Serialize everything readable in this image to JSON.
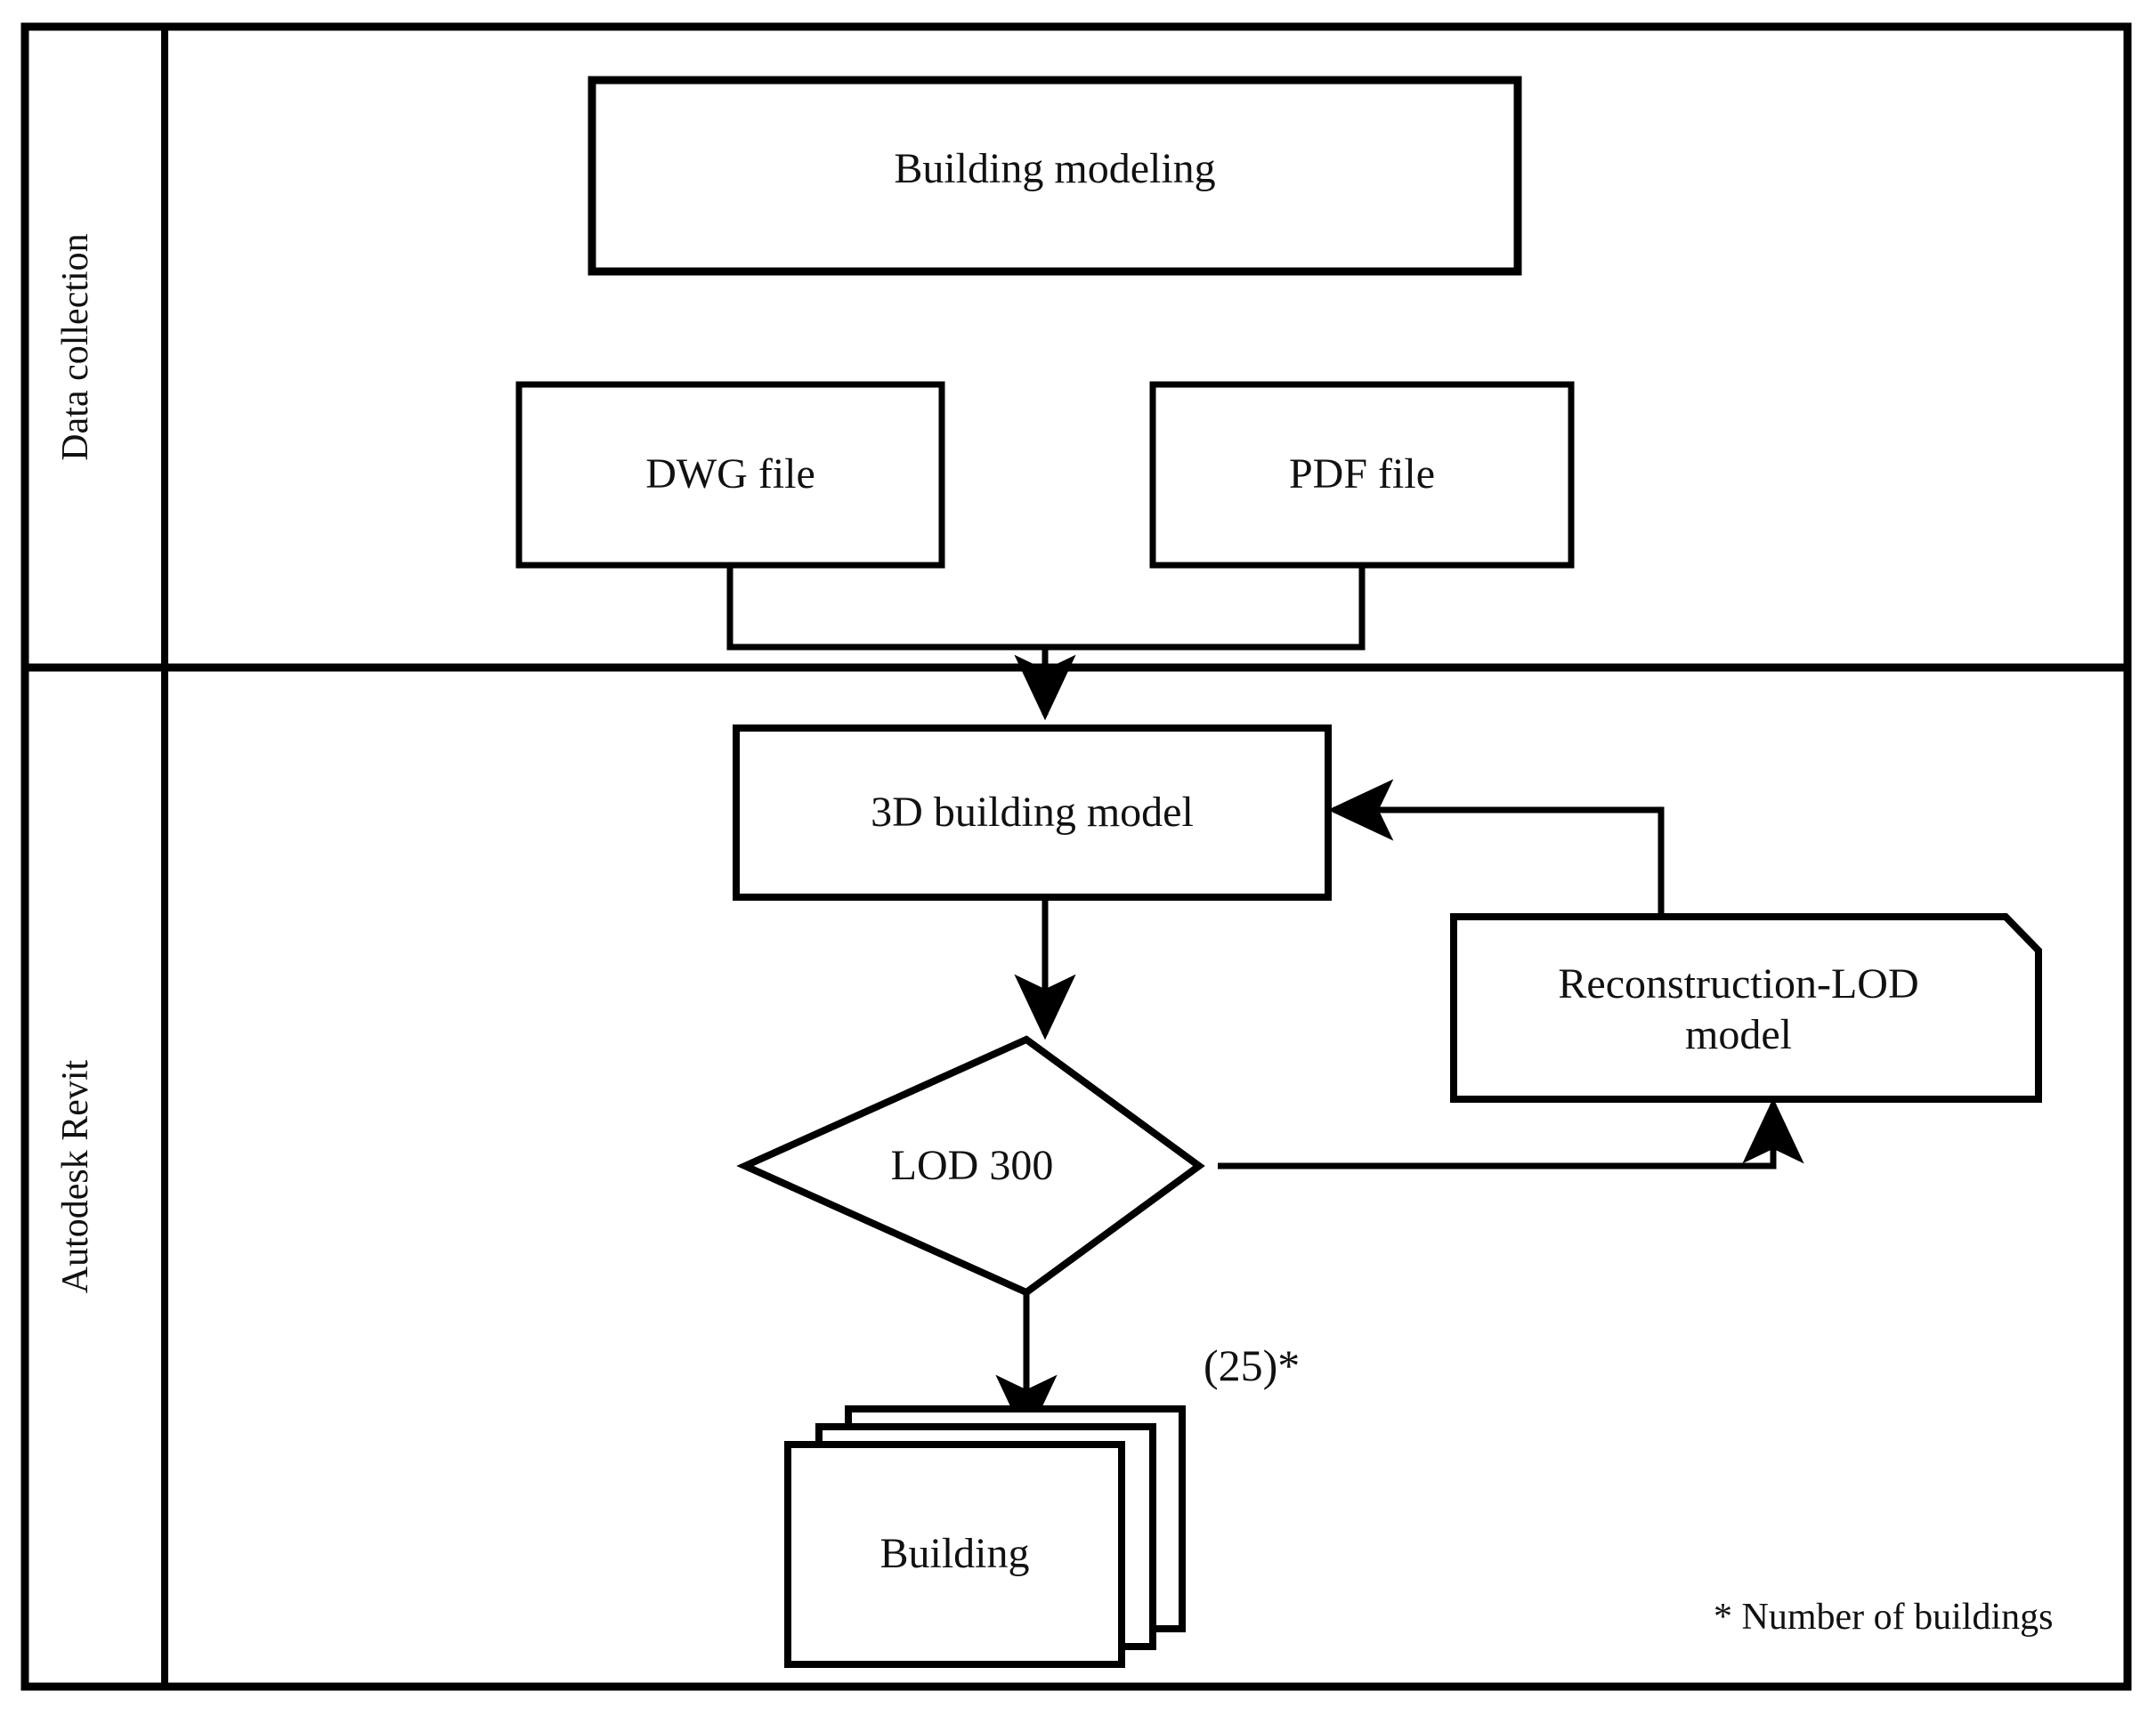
{
  "diagram": {
    "title_text": "",
    "swimlanes": [
      {
        "id": "data-collection",
        "label": "Data collection"
      },
      {
        "id": "autodesk-revit",
        "label": "Autodesk Revit"
      }
    ],
    "nodes": [
      {
        "id": "building-modeling",
        "label": "Building modeling",
        "shape": "process"
      },
      {
        "id": "dwg-file",
        "label": "DWG file",
        "shape": "process"
      },
      {
        "id": "pdf-file",
        "label": "PDF file",
        "shape": "process"
      },
      {
        "id": "3d-building-model",
        "label": "3D building model",
        "shape": "process"
      },
      {
        "id": "lod-300",
        "label": "LOD 300",
        "shape": "decision"
      },
      {
        "id": "reconstruction-lod-model",
        "label": "Reconstruction-LOD\nmodel",
        "shape": "cut-corner"
      },
      {
        "id": "building-stack",
        "label": "Building",
        "shape": "stacked-process"
      }
    ],
    "annotations": [
      {
        "id": "building-count",
        "text": "(25)*"
      },
      {
        "id": "footnote",
        "text": "* Number of buildings"
      }
    ],
    "edges": [
      {
        "from": "dwg-file",
        "to": "3d-building-model",
        "arrow": true
      },
      {
        "from": "pdf-file",
        "to": "3d-building-model",
        "arrow": true
      },
      {
        "from": "3d-building-model",
        "to": "lod-300",
        "arrow": true
      },
      {
        "from": "lod-300",
        "to": "reconstruction-lod-model",
        "arrow": true
      },
      {
        "from": "reconstruction-lod-model",
        "to": "3d-building-model",
        "arrow": true
      },
      {
        "from": "lod-300",
        "to": "building-stack",
        "arrow": true
      }
    ],
    "colors": {
      "stroke": "#000000",
      "fill": "#ffffff",
      "text": "#111111"
    }
  }
}
